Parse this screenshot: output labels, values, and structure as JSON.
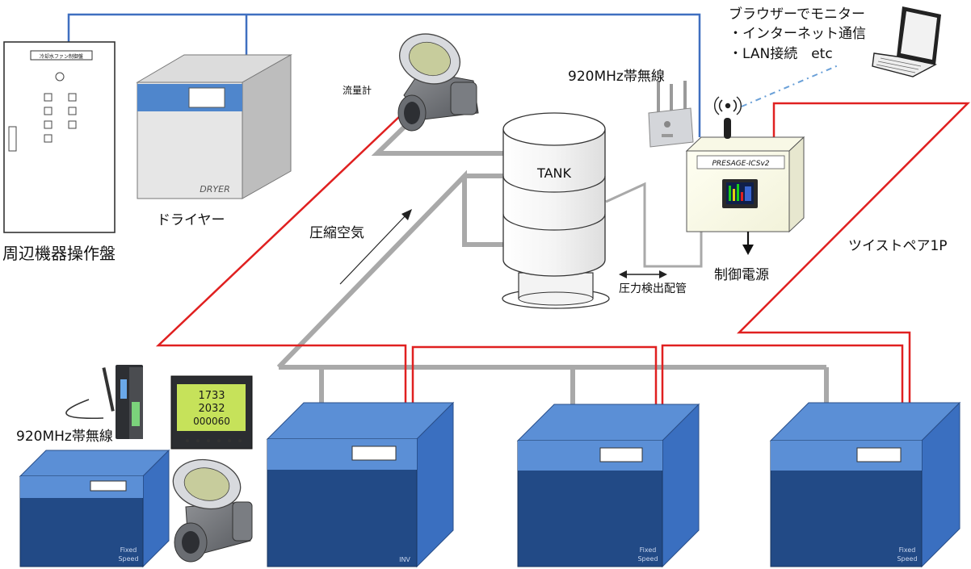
{
  "labels": {
    "control_panel": "周辺機器操作盤",
    "control_panel_plate": "冷却水ファン制御盤",
    "dryer": "ドライヤー",
    "dryer_badge": "DRYER",
    "flow_meter": "流量計",
    "wireless_top": "920MHz帯無線",
    "wireless_left": "920MHz帯無線",
    "tank": "TANK",
    "compressed_air": "圧縮空気",
    "pressure_pipe": "圧力検出配管",
    "controller_name": "PRESAGE-ICSv2",
    "power_supply": "制御電源",
    "twisted_pair": "ツイストペア1P",
    "browser_line1": "ブラウザーでモニター",
    "browser_line2": "・インターネット通信",
    "browser_line3": "・LAN接続　etc"
  },
  "compressors": [
    {
      "tag1": "Fixed",
      "tag2": "Speed"
    },
    {
      "tag1": "INV",
      "tag2": ""
    },
    {
      "tag1": "Fixed",
      "tag2": "Speed"
    },
    {
      "tag1": "Fixed",
      "tag2": "Speed"
    }
  ],
  "meter_display": {
    "row1": "1733",
    "row2": "2032",
    "row3": "000060"
  },
  "colors": {
    "compressor_top": "#5b8fd6",
    "compressor_front": "#224a86",
    "compressor_side": "#3a6fc0",
    "signal_line": "#e02020",
    "network_line": "#3f6fc0",
    "air_pipe": "#a8a8a8",
    "wireless_link": "#6aa0d8"
  },
  "icons": [
    "antenna-icon",
    "laptop-icon",
    "wireless-module-icon",
    "flow-meter-icon",
    "power-meter-icon",
    "arrow-down-icon"
  ]
}
